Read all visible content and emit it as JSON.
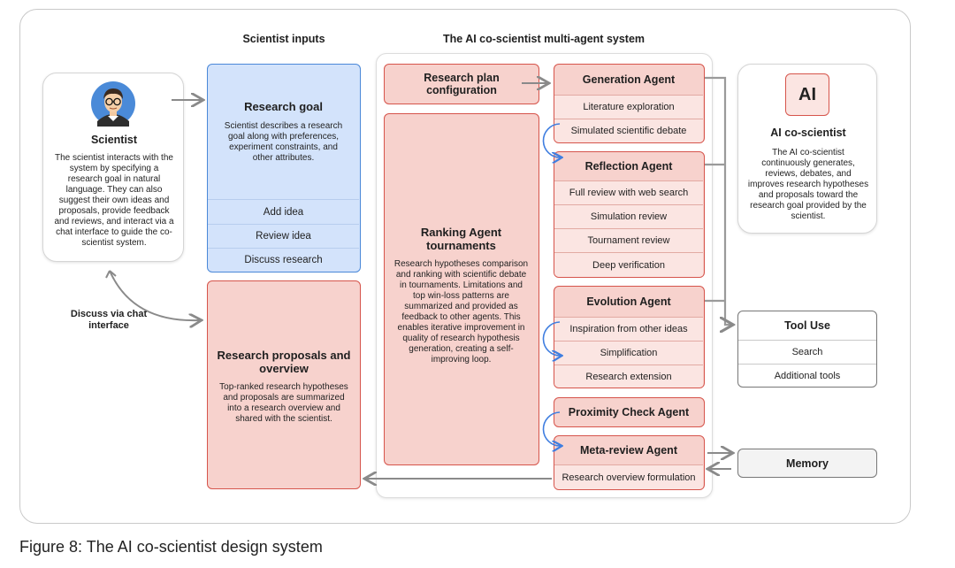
{
  "headers": {
    "inputs": "Scientist inputs",
    "system": "The AI co-scientist multi-agent system"
  },
  "scientist": {
    "title": "Scientist",
    "desc": "The scientist interacts with the system by specifying a research goal in natural language. They can also suggest their own ideas and proposals, provide feedback and reviews, and interact via a chat interface to guide the co-scientist system."
  },
  "chat_label": "Discuss via chat interface",
  "research_goal": {
    "title": "Research goal",
    "desc": "Scientist describes a research goal along with preferences, experiment constraints, and other attributes.",
    "actions": [
      "Add idea",
      "Review idea",
      "Discuss research"
    ]
  },
  "proposals": {
    "title": "Research proposals and overview",
    "desc": "Top-ranked research hypotheses and proposals are summarized into a research overview and shared with the scientist."
  },
  "plan_config": {
    "title": "Research plan configuration"
  },
  "ranking": {
    "title": "Ranking Agent tournaments",
    "desc": "Research hypotheses comparison and ranking with scientific debate in tournaments. Limitations and top win-loss patterns are summarized and provided as feedback to other agents. This enables iterative improvement in quality of research hypothesis generation, creating a self-improving loop."
  },
  "agents": {
    "generation": {
      "title": "Generation Agent",
      "items": [
        "Literature exploration",
        "Simulated scientific debate"
      ]
    },
    "reflection": {
      "title": "Reflection Agent",
      "items": [
        "Full review with web search",
        "Simulation review",
        "Tournament review",
        "Deep verification"
      ]
    },
    "evolution": {
      "title": "Evolution Agent",
      "items": [
        "Inspiration from other ideas",
        "Simplification",
        "Research extension"
      ]
    },
    "proximity": {
      "title": "Proximity Check Agent"
    },
    "meta": {
      "title": "Meta-review Agent",
      "items": [
        "Research overview formulation"
      ]
    }
  },
  "ai": {
    "logo": "AI",
    "title": "AI co-scientist",
    "desc": "The AI co-scientist continuously generates, reviews, debates, and improves research hypotheses and proposals toward the research goal provided by the scientist."
  },
  "tool_use": {
    "title": "Tool Use",
    "items": [
      "Search",
      "Additional tools"
    ]
  },
  "memory": {
    "title": "Memory"
  },
  "caption": "Figure 8: The AI co-scientist design system",
  "colors": {
    "blue_fill": "#d3e3fb",
    "blue_border": "#4a88d8",
    "pink_fill": "#f7d2cd",
    "pink_border": "#d6544b"
  }
}
